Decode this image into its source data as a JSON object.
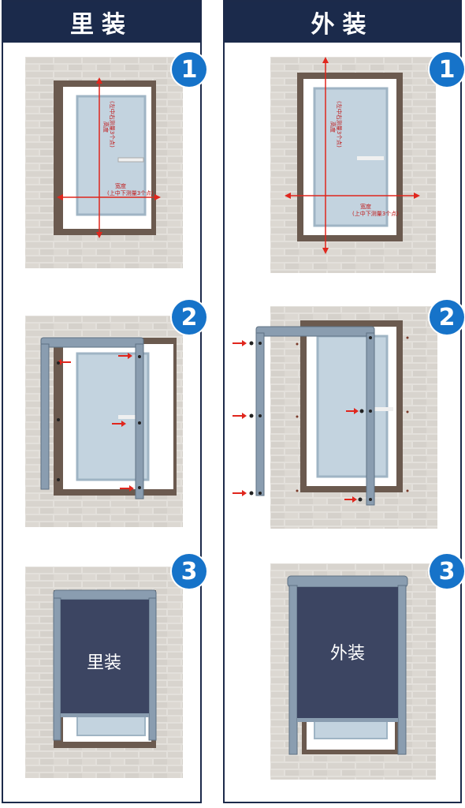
{
  "left_panel": {
    "title": "里装",
    "steps": [
      {
        "badge": "1",
        "height_label": "高度",
        "height_sub": "(左中右测量3个点)",
        "width_label": "宽度",
        "width_sub": "(上中下测量3个点)"
      },
      {
        "badge": "2"
      },
      {
        "badge": "3",
        "blind_label": "里装"
      }
    ]
  },
  "right_panel": {
    "title": "外装",
    "steps": [
      {
        "badge": "1",
        "height_label": "高度",
        "height_sub": "(左中右测量3个点)",
        "width_label": "宽度",
        "width_sub": "(上中下测量3个点)"
      },
      {
        "badge": "2"
      },
      {
        "badge": "3",
        "blind_label": "外装"
      }
    ]
  },
  "colors": {
    "header": "#1b2a4b",
    "badge": "#1673c9",
    "brick": "#d9d6d1",
    "blind": "#3c4562",
    "frame": "#8a9db0",
    "arrow": "#e0261d"
  }
}
